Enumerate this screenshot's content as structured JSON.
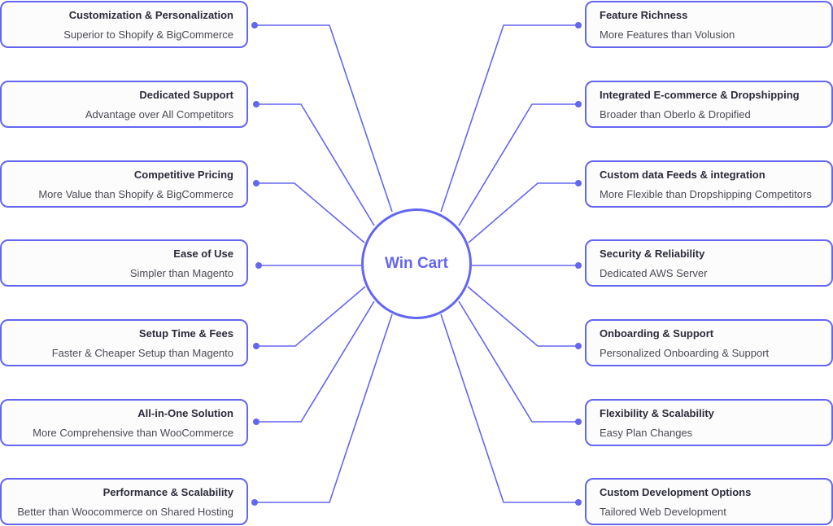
{
  "hub": {
    "label": "Win Cart"
  },
  "colors": {
    "accent": "#6366f1",
    "text": "#2b2b3b"
  },
  "left_items": [
    {
      "title": "Customization & Personalization",
      "subtitle": "Superior to Shopify & BigCommerce"
    },
    {
      "title": "Dedicated Support",
      "subtitle": "Advantage over All Competitors"
    },
    {
      "title": "Competitive Pricing",
      "subtitle": "More Value than Shopify & BigCommerce"
    },
    {
      "title": "Ease of Use",
      "subtitle": "Simpler than Magento"
    },
    {
      "title": "Setup Time & Fees",
      "subtitle": "Faster & Cheaper Setup than Magento"
    },
    {
      "title": "All-in-One Solution",
      "subtitle": "More Comprehensive than WooCommerce"
    },
    {
      "title": "Performance & Scalability",
      "subtitle": "Better than Woocommerce on Shared Hosting"
    }
  ],
  "right_items": [
    {
      "title": "Feature Richness",
      "subtitle": "More Features than Volusion"
    },
    {
      "title": "Integrated E-commerce & Dropshipping",
      "subtitle": "Broader than Oberlo & Dropified"
    },
    {
      "title": "Custom data Feeds & integration",
      "subtitle": "More Flexible than  Dropshipping Competitors"
    },
    {
      "title": "Security & Reliability",
      "subtitle": "Dedicated AWS Server"
    },
    {
      "title": "Onboarding & Support",
      "subtitle": "Personalized Onboarding & Support"
    },
    {
      "title": "Flexibility & Scalability",
      "subtitle": "Easy Plan Changes"
    },
    {
      "title": "Custom Development Options",
      "subtitle": "Tailored Web Development"
    }
  ]
}
